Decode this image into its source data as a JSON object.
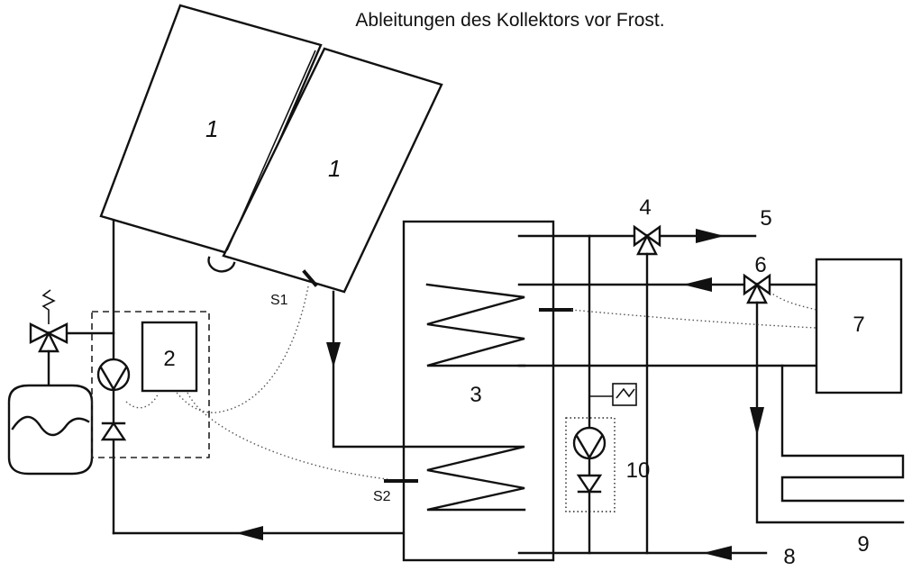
{
  "caption": "Ableitungen des Kollektors vor Frost.",
  "labels": {
    "collector_a": "1",
    "collector_b": "1",
    "controller": "2",
    "storage": "3",
    "valve_4": "4",
    "hot_water_out": "5",
    "valve_6": "6",
    "boiler": "7",
    "cold_water_in": "8",
    "heating_circuit": "9",
    "circulation": "10",
    "sensor_s1": "S1",
    "sensor_s2": "S2"
  }
}
